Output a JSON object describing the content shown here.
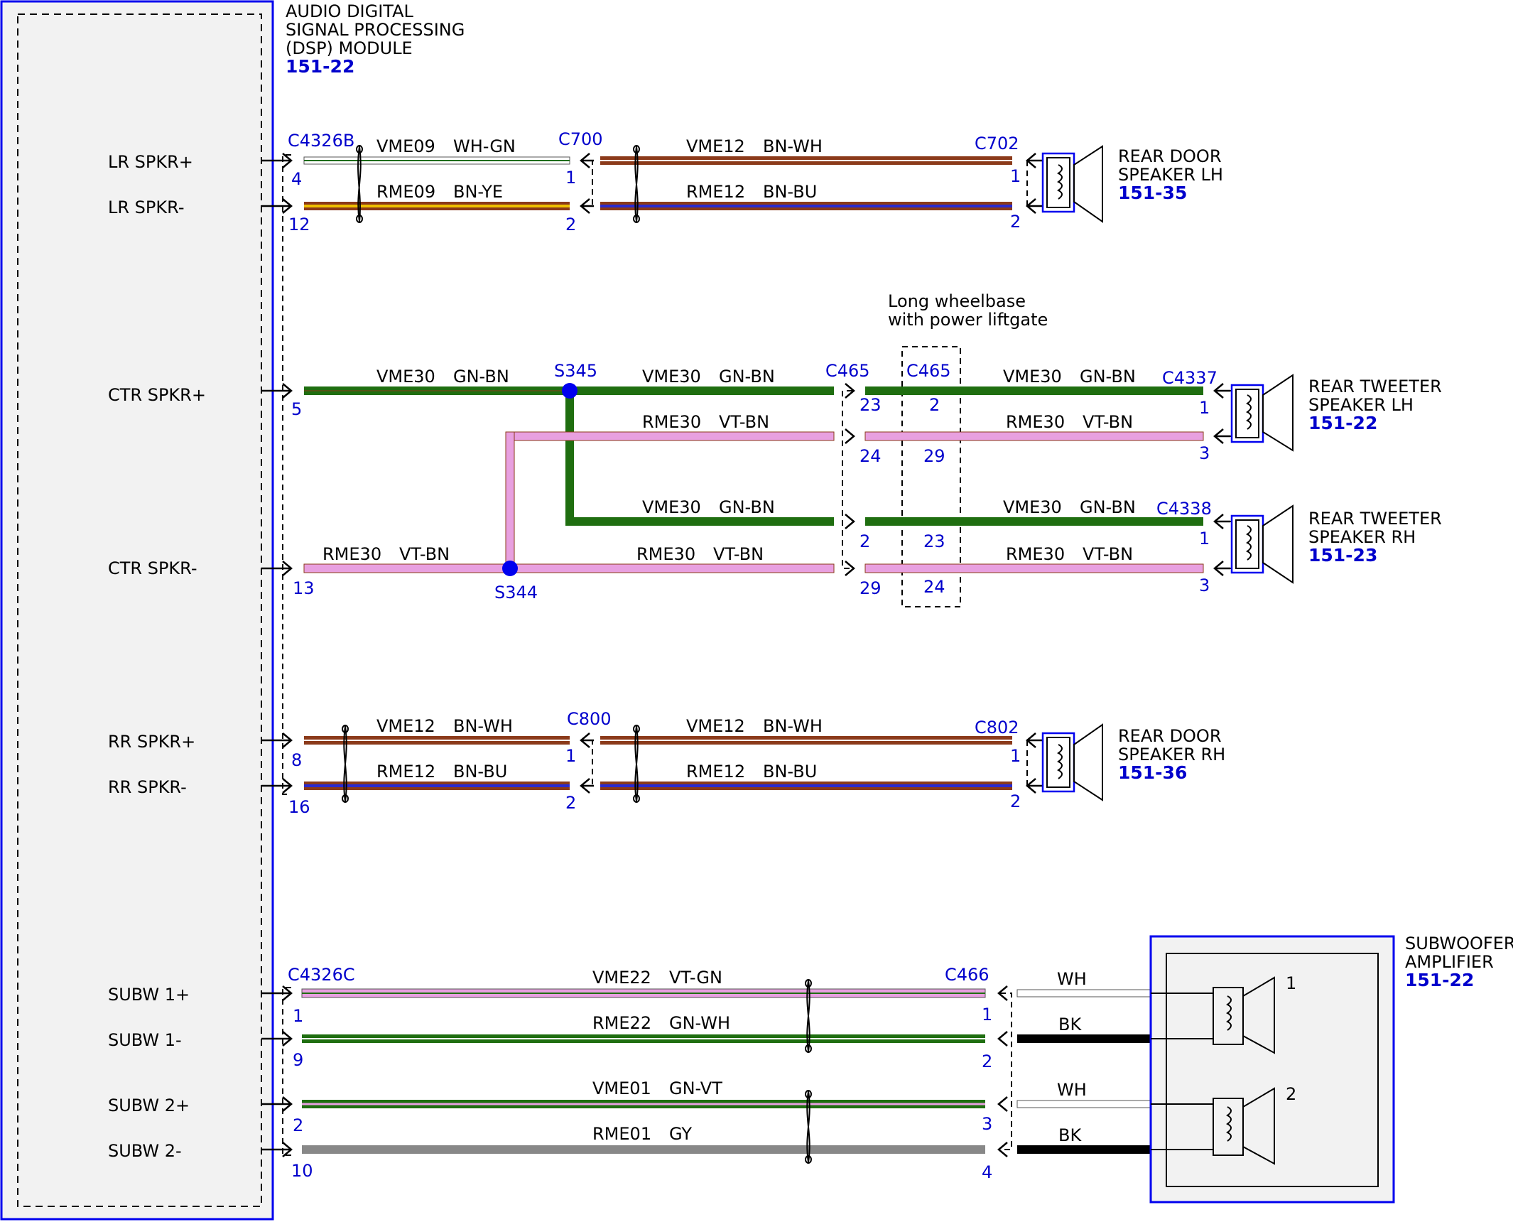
{
  "dsp_module": {
    "title": [
      "AUDIO DIGITAL",
      "SIGNAL PROCESSING",
      "(DSP) MODULE"
    ],
    "ref": "151-22",
    "pins": [
      "LR SPKR+",
      "LR SPKR-",
      "CTR SPKR+",
      "CTR SPKR-",
      "RR SPKR+",
      "RR SPKR-",
      "SUBW 1+",
      "SUBW 1-",
      "SUBW 2+",
      "SUBW 2-"
    ]
  },
  "components": {
    "rear_door_lh": {
      "name": [
        "REAR DOOR",
        "SPEAKER LH"
      ],
      "ref": "151-35"
    },
    "rear_tweeter_lh": {
      "name": [
        "REAR TWEETER",
        "SPEAKER LH"
      ],
      "ref": "151-22"
    },
    "rear_tweeter_rh": {
      "name": [
        "REAR TWEETER",
        "SPEAKER RH"
      ],
      "ref": "151-23"
    },
    "rear_door_rh": {
      "name": [
        "REAR DOOR",
        "SPEAKER RH"
      ],
      "ref": "151-36"
    },
    "subwoofer_amp": {
      "name": [
        "SUBWOOFER",
        "AMPLIFIER"
      ],
      "ref": "151-22",
      "speakers": [
        "1",
        "2"
      ]
    }
  },
  "note": [
    "Long wheelbase",
    "with power liftgate"
  ],
  "colors": {
    "module_border": "#0000ee",
    "label_blue": "#0000cc",
    "WH": "#ffffff",
    "GN": "#1f6e10",
    "BN": "#8b3a1a",
    "YE": "#f0c000",
    "BU": "#2a2ad0",
    "VT": "#e8a0e0",
    "GY": "#888888",
    "BK": "#000000"
  },
  "connectors": {
    "C4326B": {
      "name": "C4326B",
      "pins": [
        "4",
        "12",
        "5",
        "13",
        "8",
        "16"
      ]
    },
    "C4326C": {
      "name": "C4326C",
      "pins": [
        "1",
        "9",
        "2",
        "10"
      ]
    },
    "C700": {
      "name": "C700",
      "pins": [
        "1",
        "2"
      ]
    },
    "C702": {
      "name": "C702",
      "pins": [
        "1",
        "2"
      ]
    },
    "C465a": {
      "name": "C465",
      "pins": [
        "23",
        "24",
        "2",
        "29"
      ]
    },
    "C465b": {
      "name": "C465",
      "pins": [
        "2",
        "29",
        "23",
        "24"
      ]
    },
    "C4337": {
      "name": "C4337",
      "pins": [
        "1",
        "3"
      ]
    },
    "C4338": {
      "name": "C4338",
      "pins": [
        "1",
        "3"
      ]
    },
    "C800": {
      "name": "C800",
      "pins": [
        "1",
        "2"
      ]
    },
    "C802": {
      "name": "C802",
      "pins": [
        "1",
        "2"
      ]
    },
    "C466": {
      "name": "C466",
      "pins": [
        "1",
        "2",
        "3",
        "4"
      ]
    }
  },
  "splices": {
    "S345": "S345",
    "S344": "S344"
  },
  "wires": [
    {
      "circuit": "VME09",
      "color": "WH-GN"
    },
    {
      "circuit": "RME09",
      "color": "BN-YE"
    },
    {
      "circuit": "VME12",
      "color": "BN-WH"
    },
    {
      "circuit": "RME12",
      "color": "BN-BU"
    },
    {
      "circuit": "VME30",
      "color": "GN-BN"
    },
    {
      "circuit": "RME30",
      "color": "VT-BN"
    },
    {
      "circuit": "VME22",
      "color": "VT-GN"
    },
    {
      "circuit": "RME22",
      "color": "GN-WH"
    },
    {
      "circuit": "VME01",
      "color": "GN-VT"
    },
    {
      "circuit": "RME01",
      "color": "GY"
    },
    {
      "circuit": "",
      "color": "WH"
    },
    {
      "circuit": "",
      "color": "BK"
    }
  ]
}
